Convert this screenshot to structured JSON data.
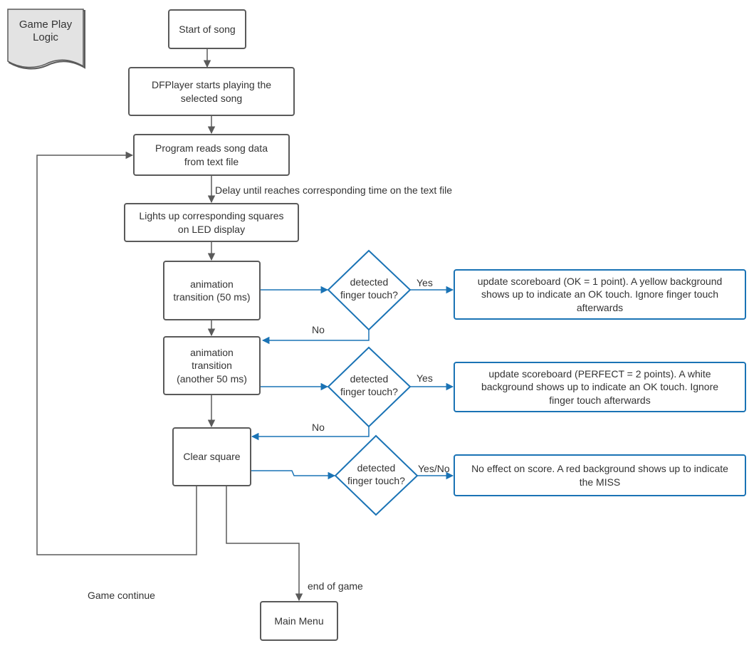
{
  "note": {
    "label": "Game Play\nLogic"
  },
  "nodes": {
    "start": "Start of song",
    "dfplayer": "DFPlayer starts playing the\nselected song",
    "read_data": "Program reads song data\nfrom text file",
    "lights": "Lights up corresponding squares\non LED display",
    "anim1": "animation\ntransition (50 ms)",
    "anim2": "animation\ntransition\n(another 50 ms)",
    "clear": "Clear square",
    "decision1": "detected\nfinger touch?",
    "decision2": "detected\nfinger touch?",
    "decision3": "detected\nfinger touch?",
    "result_ok": "update scoreboard (OK = 1 point). A yellow background\nshows up to indicate an OK touch. Ignore finger touch\nafterwards",
    "result_perfect": "update scoreboard (PERFECT = 2 points). A white\nbackground shows up to indicate an OK touch. Ignore\nfinger touch afterwards",
    "result_miss": "No effect on score. A red background shows up to indicate\nthe MISS",
    "main_menu": "Main Menu"
  },
  "edge_labels": {
    "delay": "Delay until reaches corresponding time on the text file",
    "yes1": "Yes",
    "no1": "No",
    "yes2": "Yes",
    "no2": "No",
    "yesno3": "Yes/No",
    "end_of_game": "end of game",
    "game_continue": "Game continue"
  },
  "colors": {
    "gray_line": "#5a5a5a",
    "blue_line": "#1a73b5",
    "note_fill": "#e0e0e0"
  }
}
